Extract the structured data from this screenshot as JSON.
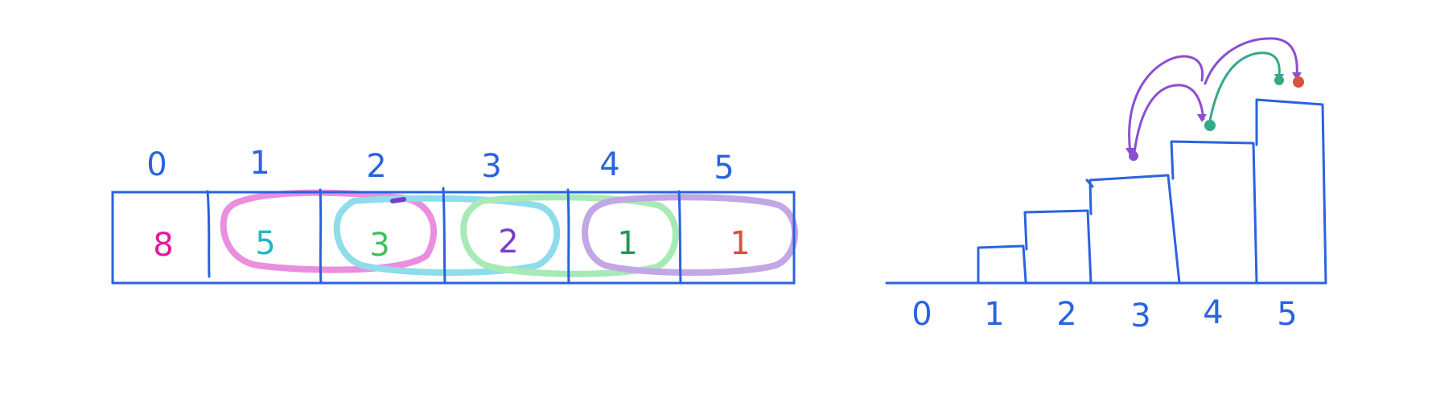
{
  "array": {
    "indices": [
      "0",
      "1",
      "2",
      "3",
      "4",
      "5"
    ],
    "values": [
      {
        "text": "8",
        "color": "#e8179a"
      },
      {
        "text": "5",
        "color": "#22b6c8"
      },
      {
        "text": "3",
        "color": "#3fbf5f"
      },
      {
        "text": "2",
        "color": "#7a3ccc"
      },
      {
        "text": "1",
        "color": "#1f9a57"
      },
      {
        "text": "1",
        "color": "#d9523c"
      }
    ]
  },
  "groups": [
    {
      "name": "pink-group",
      "color": "#ea8ee0"
    },
    {
      "name": "cyan-group",
      "color": "#8fdcea"
    },
    {
      "name": "green-group",
      "color": "#a8eab6"
    },
    {
      "name": "purple-group",
      "color": "#c2a7e6"
    }
  ],
  "staircase": {
    "x_ticks": [
      "0",
      "1",
      "2",
      "3",
      "4",
      "5"
    ]
  },
  "colors": {
    "ink": "#2a63e0",
    "purple": "#8a4fd1",
    "teal": "#34a98a",
    "red": "#d9523c"
  }
}
